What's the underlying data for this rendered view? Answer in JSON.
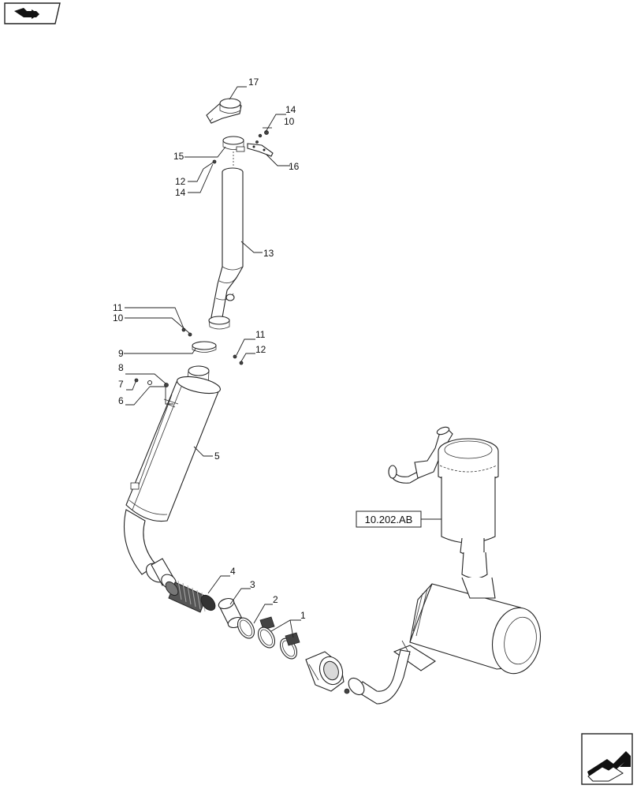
{
  "reference_box": {
    "label": "10.202.AB"
  },
  "callouts": [
    {
      "id": "c17a",
      "text": "17"
    },
    {
      "id": "c14a",
      "text": "14"
    },
    {
      "id": "c10a",
      "text": "10"
    },
    {
      "id": "c15",
      "text": "15"
    },
    {
      "id": "c16",
      "text": "16"
    },
    {
      "id": "c12a",
      "text": "12"
    },
    {
      "id": "c14b",
      "text": "14"
    },
    {
      "id": "c13",
      "text": "13"
    },
    {
      "id": "c11a",
      "text": "11"
    },
    {
      "id": "c10b",
      "text": "10"
    },
    {
      "id": "c11b",
      "text": "11"
    },
    {
      "id": "c9",
      "text": "9"
    },
    {
      "id": "c12b",
      "text": "12"
    },
    {
      "id": "c8",
      "text": "8"
    },
    {
      "id": "c7",
      "text": "7"
    },
    {
      "id": "c6",
      "text": "6"
    },
    {
      "id": "c5",
      "text": "5"
    },
    {
      "id": "c4",
      "text": "4"
    },
    {
      "id": "c3",
      "text": "3"
    },
    {
      "id": "c2",
      "text": "2"
    },
    {
      "id": "c1",
      "text": "1"
    }
  ],
  "icons": {
    "top_left": "book-arrow-icon",
    "bottom_right": "next-page-arrow-icon"
  }
}
